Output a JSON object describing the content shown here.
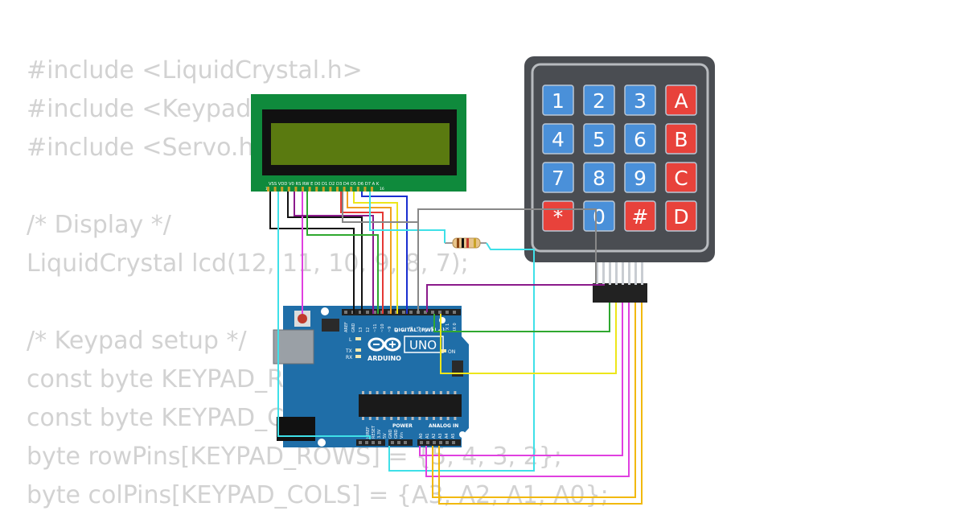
{
  "code_lines": [
    "#include <LiquidCrystal.h>",
    "#include <Keypad.h>",
    "#include <Servo.h>",
    "",
    "/* Display */",
    "LiquidCrystal lcd(12, 11, 10, 9, 8, 7);",
    "",
    "/* Keypad setup */",
    "const byte KEYPAD_ROWS = 4;",
    "const byte KEYPAD_COLS = 4;",
    "byte rowPins[KEYPAD_ROWS] = {5, 4, 3, 2};",
    "byte colPins[KEYPAD_COLS] = {A3, A2, A1, A0};"
  ],
  "keypad": {
    "keys": [
      "1",
      "2",
      "3",
      "A",
      "4",
      "5",
      "6",
      "B",
      "7",
      "8",
      "9",
      "C",
      "*",
      "0",
      "#",
      "D"
    ],
    "key_color_blue": "#4a90d9",
    "key_color_red": "#e8423b",
    "body_color": "#4a4d52"
  },
  "lcd": {
    "pin_labels": "VSS VDD V0 RS RW E   D0 D1 D2 D3 D4 D5 D6 D7 A  K",
    "pin_first": "1",
    "pin_last": "16",
    "board_color": "#0f8a3c",
    "screen_color": "#5a7a10"
  },
  "arduino": {
    "model": "UNO",
    "brand": "ARDUINO",
    "digital_label": "DIGITAL (PWM ~)",
    "power_label": "POWER",
    "analog_label": "ANALOG IN",
    "on_label": "ON",
    "led_labels": [
      "L",
      "TX",
      "RX"
    ],
    "top_header_labels": [
      "AREF",
      "GND",
      "13",
      "12",
      "~11",
      "~10",
      "~9",
      "8",
      "7",
      "~6",
      "~5",
      "4",
      "~3",
      "2",
      "TX 1",
      "RX 0"
    ],
    "power_pin_labels": [
      "IOREF",
      "RESET",
      "3.3V",
      "5V",
      "GND",
      "GND",
      "Vin"
    ],
    "analog_pin_labels": [
      "A0",
      "A1",
      "A2",
      "A3",
      "A4",
      "A5"
    ],
    "board_color": "#1f6ea8"
  },
  "wire_colors": {
    "black": "#111111",
    "violet": "#8b1a8b",
    "magenta": "#e040e0",
    "red": "#e53935",
    "orange": "#f0a020",
    "yellow": "#ede61a",
    "green": "#2fa82f",
    "blue": "#1a2fd0",
    "cyan": "#3fe0e8",
    "gray": "#888888",
    "gold": "#f2b90c"
  }
}
